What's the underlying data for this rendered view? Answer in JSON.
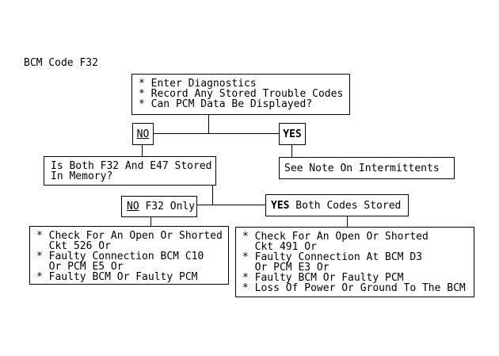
{
  "title": "BCM Code F32",
  "colors": {
    "background": "#ffffff",
    "line": "#000000",
    "text": "#000000"
  },
  "top_box": {
    "lines": [
      "* Enter Diagnostics",
      "* Record Any Stored Trouble Codes",
      "* Can PCM Data Be Displayed?"
    ]
  },
  "branch1": {
    "no_label": "NO",
    "yes_label": "YES"
  },
  "is_both_box": {
    "lines": [
      "Is Both F32 And E47 Stored",
      "In Memory?"
    ]
  },
  "see_note_box": {
    "text": "See Note On Intermittents"
  },
  "branch2": {
    "no_label": "NO",
    "no_text": " F32 Only",
    "yes_label": "YES",
    "yes_text": " Both Codes Stored"
  },
  "left_result_box": {
    "lines": [
      "* Check For An Open Or Shorted",
      "  Ckt 526 Or",
      "* Faulty Connection BCM C10",
      "  Or PCM E5 Or",
      "* Faulty BCM Or Faulty PCM"
    ]
  },
  "right_result_box": {
    "lines": [
      "* Check For An Open Or Shorted",
      "  Ckt 491 Or",
      "* Faulty Connection At BCM D3",
      "  Or PCM E3 Or",
      "* Faulty BCM Or Faulty PCM",
      "* Loss Of Power Or Ground To The BCM"
    ]
  }
}
